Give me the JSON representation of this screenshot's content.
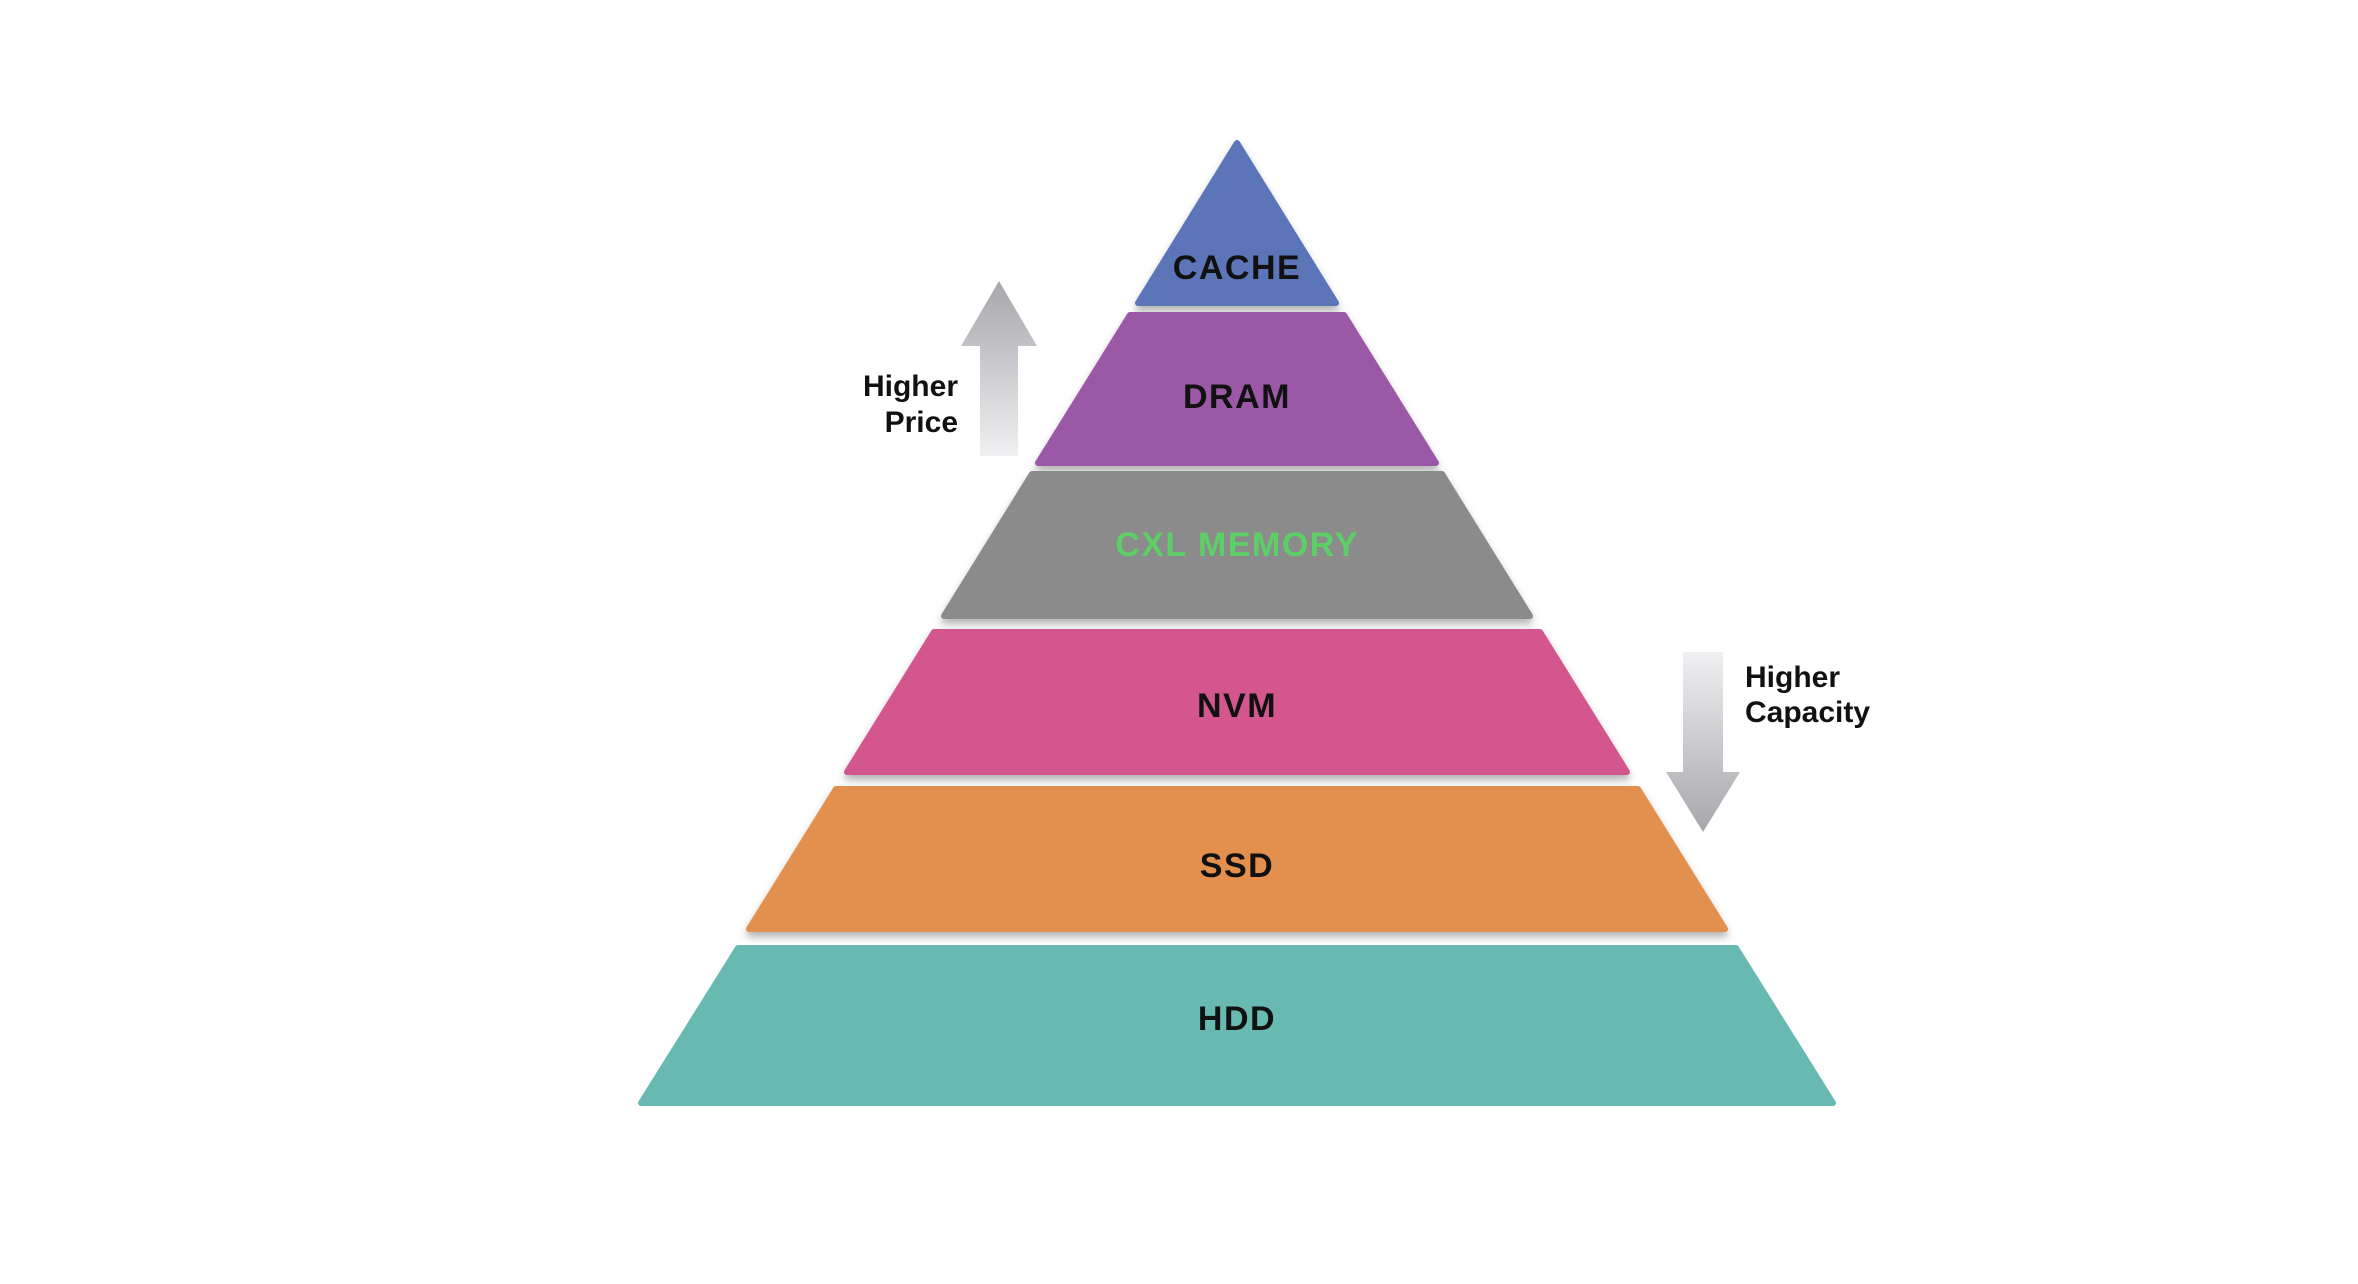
{
  "page": {
    "background": "#ffffff"
  },
  "pyramid": {
    "levels": [
      {
        "id": "cache",
        "label": "CACHE",
        "fill": "#5b74b8",
        "label_color": "#111111"
      },
      {
        "id": "dram",
        "label": "DRAM",
        "fill": "#9b58a6",
        "label_color": "#111111"
      },
      {
        "id": "cxl-memory",
        "label": "CXL MEMORY",
        "fill": "#8b8b8b",
        "label_color": "#5ecf66"
      },
      {
        "id": "nvm",
        "label": "NVM",
        "fill": "#d4578f",
        "label_color": "#111111"
      },
      {
        "id": "ssd",
        "label": "SSD",
        "fill": "#e3904f",
        "label_color": "#111111"
      },
      {
        "id": "hdd",
        "label": "HDD",
        "fill": "#69b9b3",
        "label_color": "#111111"
      }
    ]
  },
  "annotations": {
    "price": {
      "line1": "Higher",
      "line2": "Price",
      "text_color": "#111111",
      "arrow": {
        "direction": "up",
        "top_color": "#a7a7ac",
        "bottom_color": "#f0f0f2"
      }
    },
    "capacity": {
      "line1": "Higher",
      "line2": "Capacity",
      "text_color": "#111111",
      "arrow": {
        "direction": "down",
        "top_color": "#f0f0f2",
        "bottom_color": "#a7a7ac"
      }
    }
  }
}
